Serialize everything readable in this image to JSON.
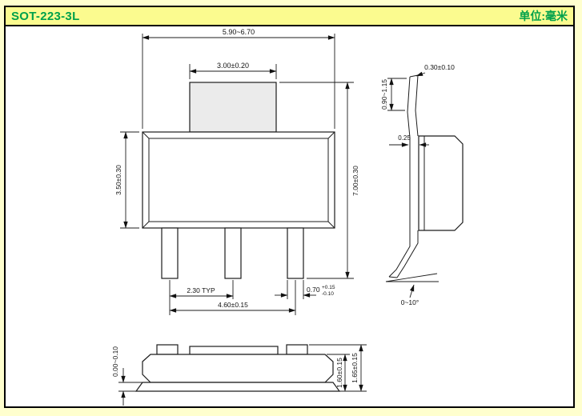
{
  "header": {
    "title": "SOT-223-3L",
    "unit": "单位:毫米",
    "accent_color": "#00A14B",
    "band_color": "#FBFB8F",
    "page_bg": "#FFFFCE"
  },
  "front_view": {
    "top_width": "5.90~6.70",
    "tab_width": "3.00±0.20",
    "body_height": "3.50±0.30",
    "total_height": "7.00±0.30",
    "lead_pitch": "2.30 TYP",
    "lead_span": "4.60±0.15",
    "lead_width": "0.70",
    "lead_width_plus": "+0.15",
    "lead_width_minus": "-0.10"
  },
  "side_view": {
    "lead_thickness": "0.30±0.10",
    "tab_lead_length": "0.90~1.15",
    "lead_gap": "0.25",
    "foot_angle": "0~10°"
  },
  "bottom_view": {
    "standoff": "0.00~0.10",
    "body_seated_height": "1.60±0.15",
    "overall_seated_height": "1.65±0.15"
  }
}
